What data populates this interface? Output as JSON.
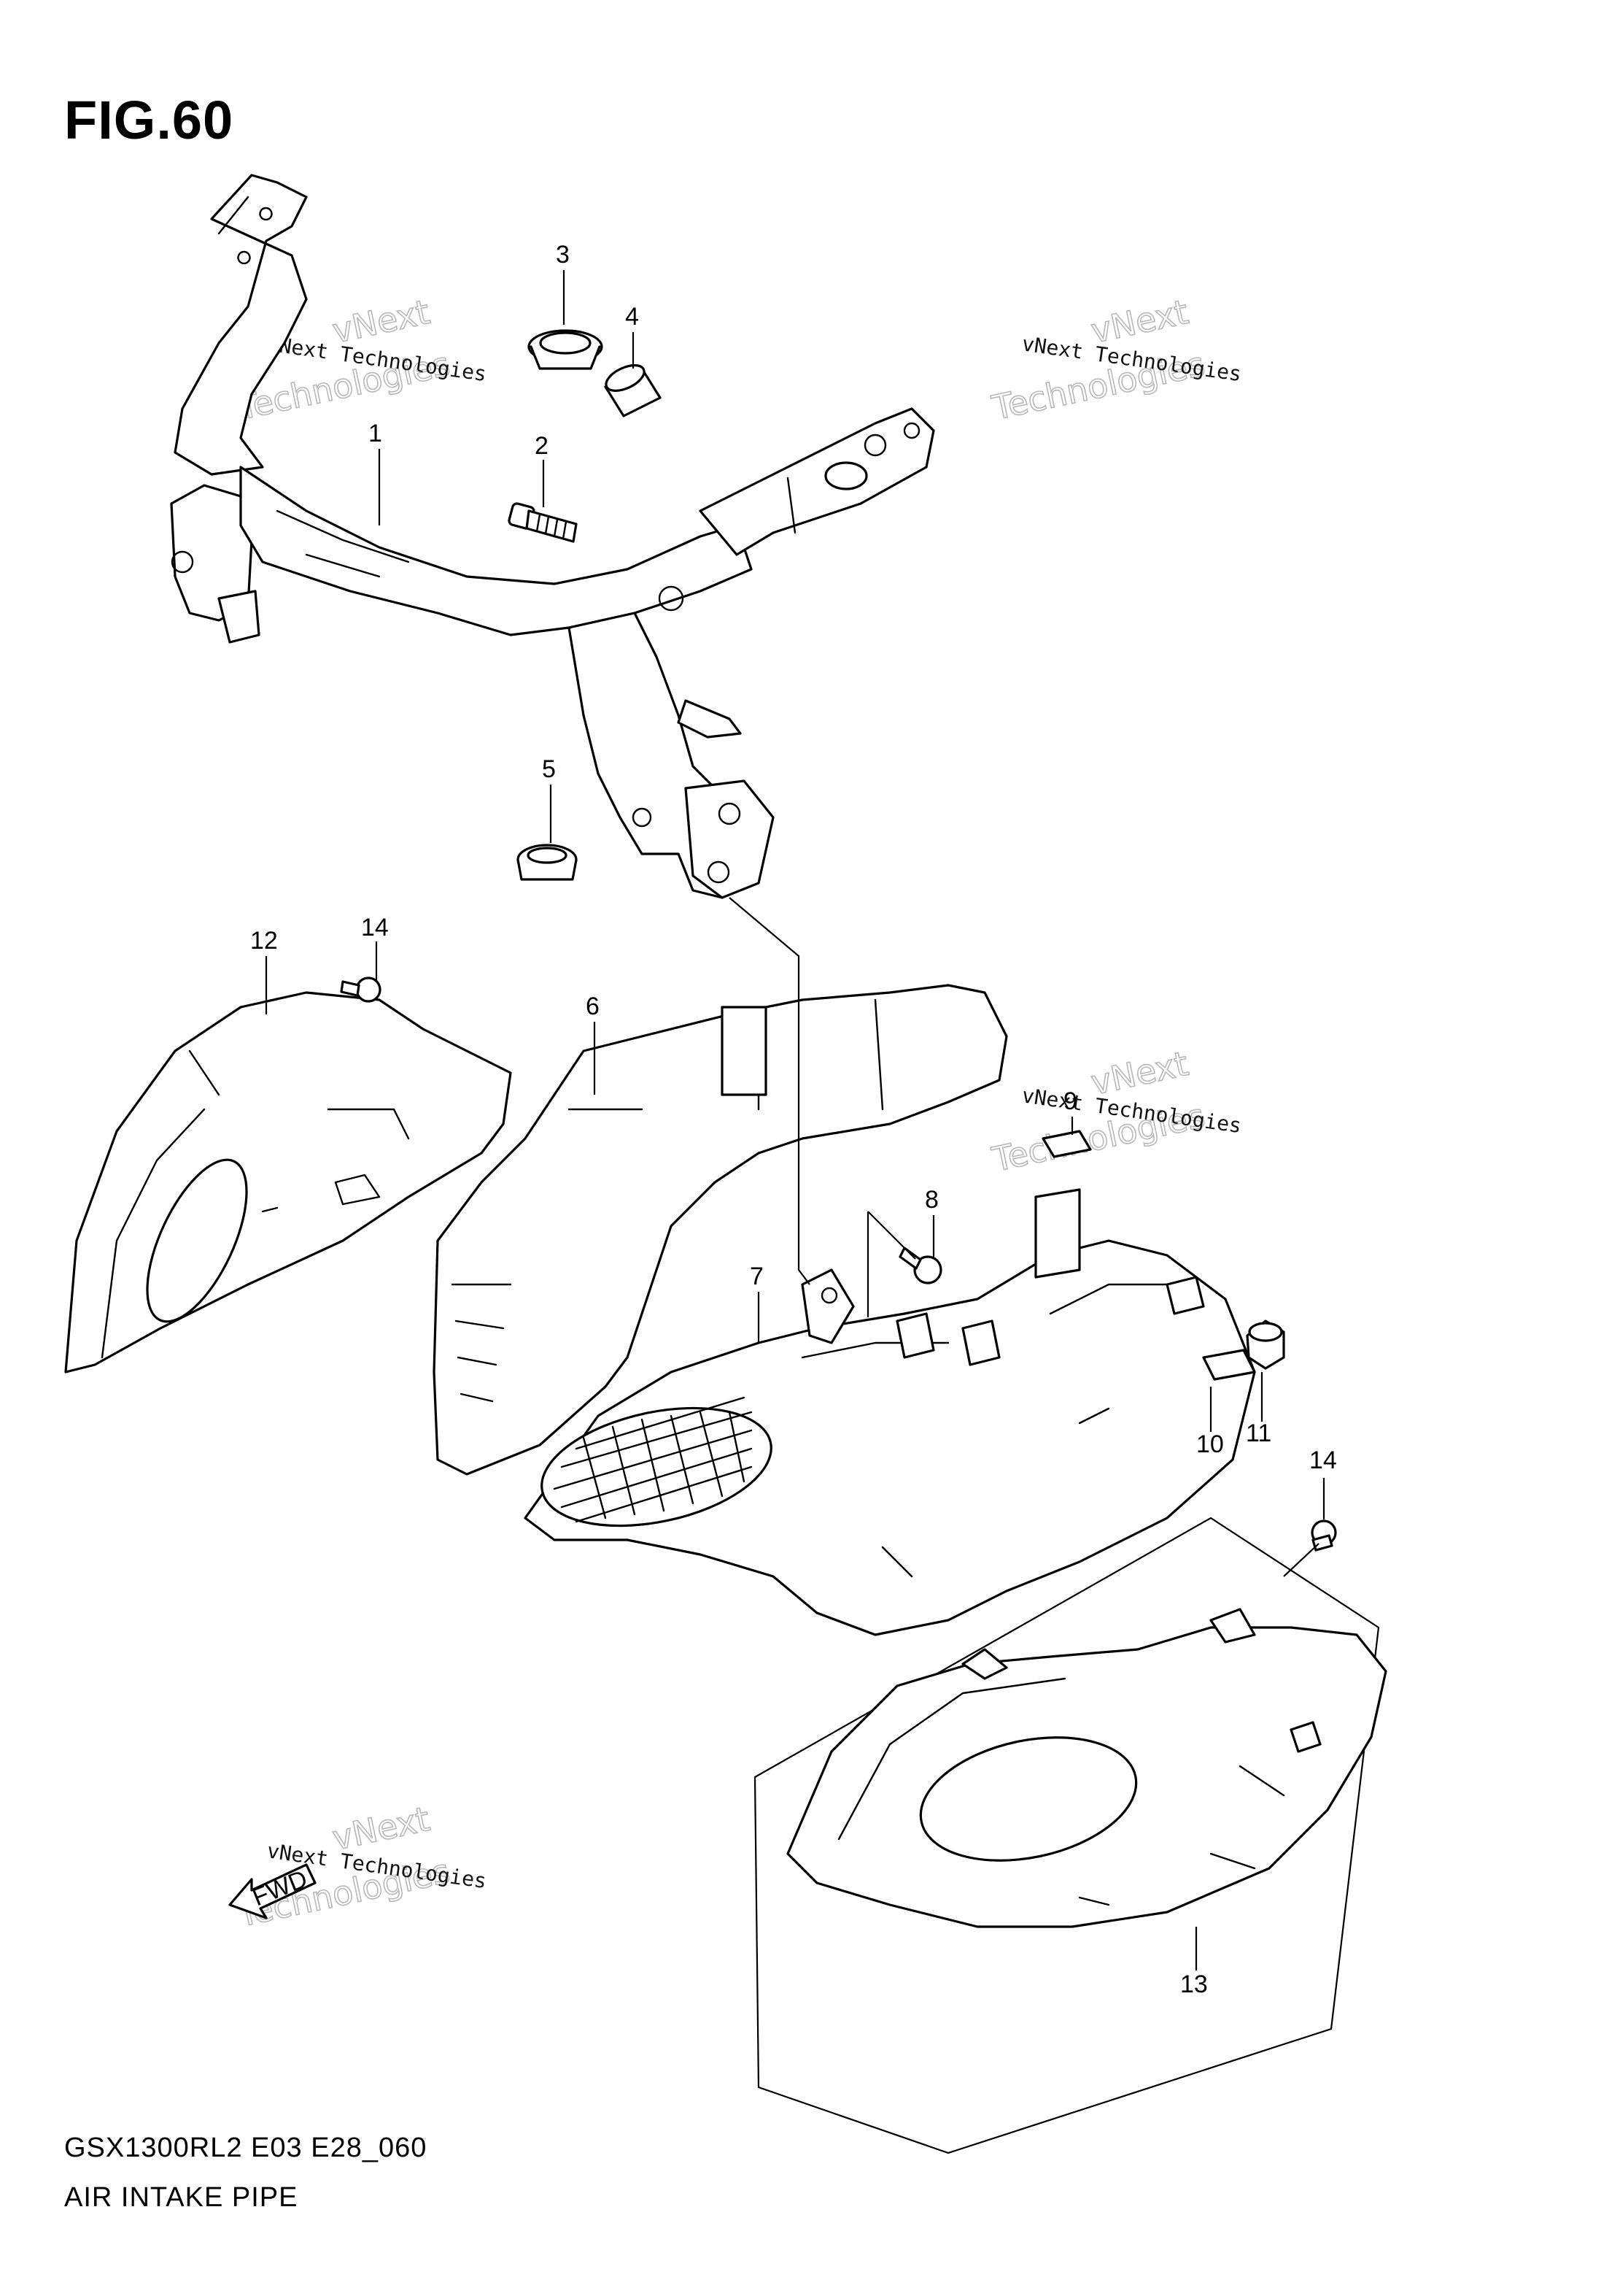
{
  "figure": {
    "title": "FIG.60",
    "model_code": "GSX1300RL2 E03 E28_060",
    "section_name": "AIR INTAKE PIPE"
  },
  "watermark": {
    "line1": "vNext Technologies",
    "big_word": "Technologies",
    "small_word": "vNext"
  },
  "callouts": {
    "c1": "1",
    "c2": "2",
    "c3": "3",
    "c4": "4",
    "c5": "5",
    "c6": "6",
    "c7": "7",
    "c8": "8",
    "c9": "9",
    "c10": "10",
    "c11": "11",
    "c12": "12",
    "c13": "13",
    "c14a": "14",
    "c14b": "14"
  },
  "fwd_arrow": {
    "label": "FWD"
  }
}
